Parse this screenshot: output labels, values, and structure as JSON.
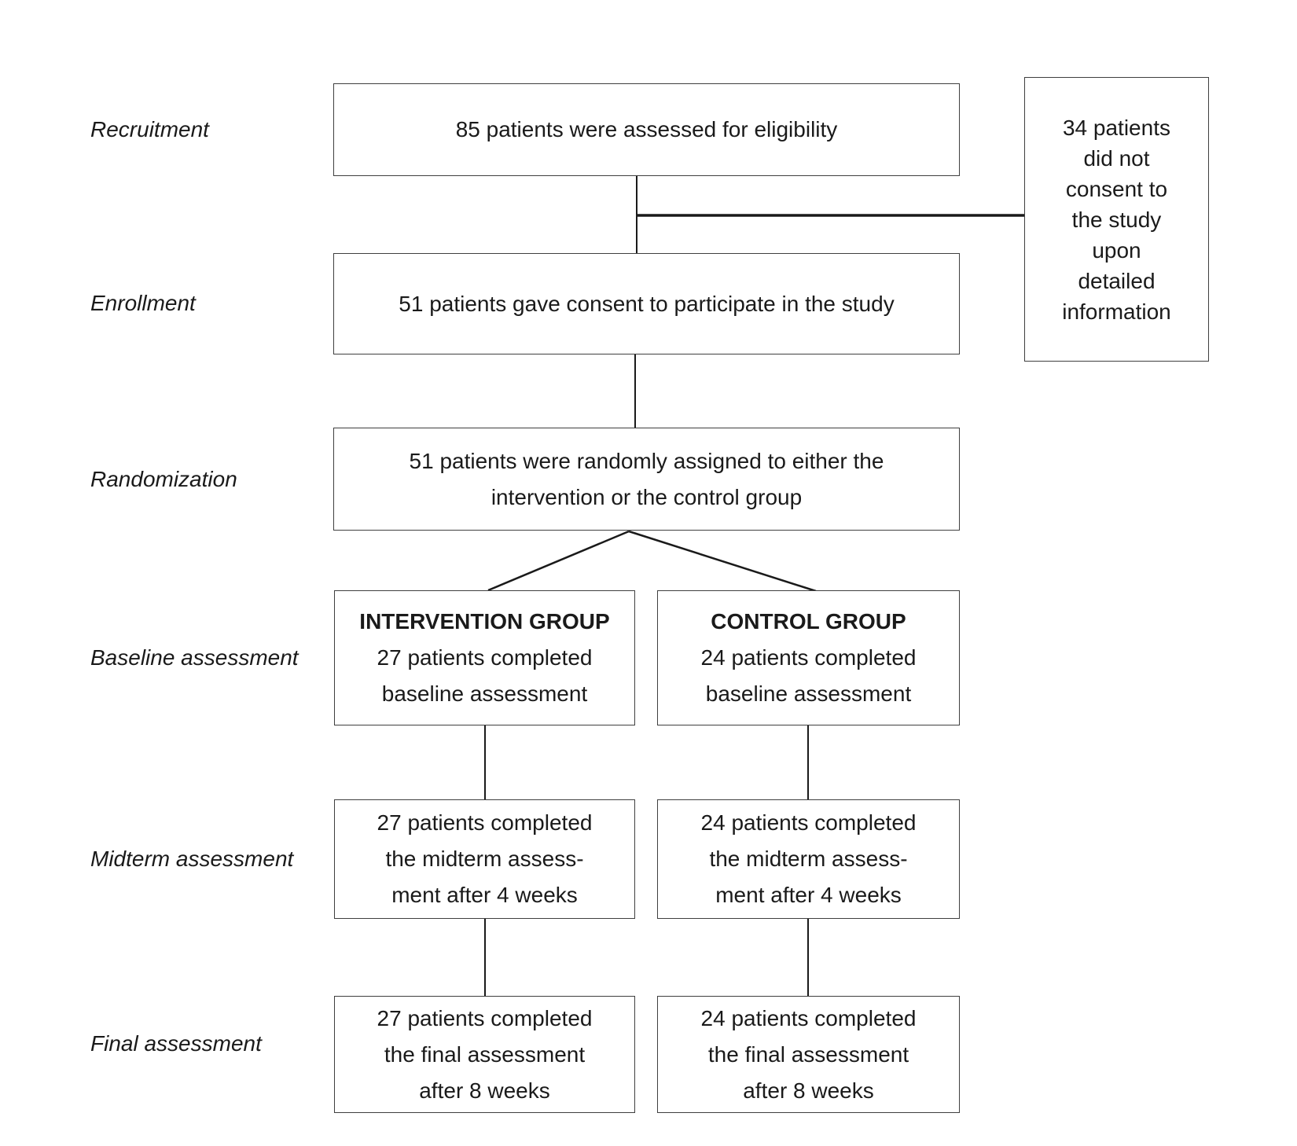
{
  "diagram": {
    "type": "flowchart",
    "description": "Patient flow diagram of a randomized controlled study"
  },
  "stages": [
    {
      "label": "Recruitment"
    },
    {
      "label": "Enrollment"
    },
    {
      "label": "Randomization"
    },
    {
      "label": "Baseline assessment"
    },
    {
      "label": "Midterm assessment"
    },
    {
      "label": "Final assessment"
    }
  ],
  "boxes": {
    "eligibility": {
      "text": "85 patients were assessed for eligibility"
    },
    "no_consent": {
      "text": "34 patients\ndid not\nconsent to\nthe study\nupon\ndetailed\ninformation"
    },
    "consent": {
      "text": "51 patients gave consent to participate in the study"
    },
    "randomization": {
      "text": "51 patients were randomly assigned to either the\nintervention or the control group"
    },
    "intervention": {
      "title": "INTERVENTION GROUP",
      "baseline": "27 patients completed\nbaseline assessment",
      "midterm": "27 patients completed\nthe midterm assess-\nment after 4 weeks",
      "final": "27 patients completed\nthe final assessment\nafter 8 weeks"
    },
    "control": {
      "title": "CONTROL GROUP",
      "baseline": "24 patients completed\nbaseline assessment",
      "midterm": "24 patients completed\nthe midterm assess-\nment after 4 weeks",
      "final": "24 patients completed\nthe final assessment\nafter 8 weeks"
    }
  },
  "counts": {
    "assessed": 85,
    "not_consented": 34,
    "consented": 51,
    "randomized": 51,
    "intervention_baseline": 27,
    "intervention_midterm": 27,
    "intervention_final": 27,
    "control_baseline": 24,
    "control_midterm": 24,
    "control_final": 24,
    "midterm_weeks": 4,
    "final_weeks": 8
  },
  "colors": {
    "page_bg": "#ffffff",
    "border": "#3f3f3f",
    "line": "#1a1a1a",
    "text": "#1a1a1a"
  }
}
